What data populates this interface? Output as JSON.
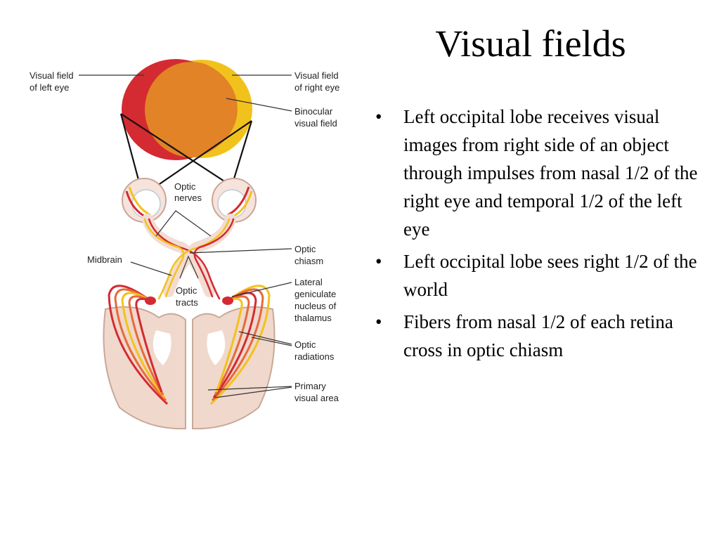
{
  "title": "Visual fields",
  "bullets": [
    {
      "marker": "•",
      "text": "Left occipital lobe receives visual images from right side of an object through impulses from nasal 1/2 of the right eye and temporal 1/2 of the left eye"
    },
    {
      "marker": "•",
      "text": "Left occipital lobe sees  right 1/2 of the world"
    },
    {
      "marker": "•",
      "text": "Fibers from nasal 1/2 of each retina cross in optic chiasm"
    }
  ],
  "diagram": {
    "labels": {
      "visual_field_left_1": "Visual field",
      "visual_field_left_2": "of left eye",
      "visual_field_right_1": "Visual field",
      "visual_field_right_2": "of right eye",
      "binocular_1": "Binocular",
      "binocular_2": "visual field",
      "optic_nerves_1": "Optic",
      "optic_nerves_2": "nerves",
      "midbrain": "Midbrain",
      "optic_chiasm_1": "Optic",
      "optic_chiasm_2": "chiasm",
      "optic_tracts_1": "Optic",
      "optic_tracts_2": "tracts",
      "lgn_1": "Lateral",
      "lgn_2": "geniculate",
      "lgn_3": "nucleus of",
      "lgn_4": "thalamus",
      "optic_radiations_1": "Optic",
      "optic_radiations_2": "radiations",
      "primary_visual_1": "Primary",
      "primary_visual_2": "visual area"
    },
    "colors": {
      "left_field": "#d42a32",
      "right_field": "#f2c21c",
      "binocular": "#e18326",
      "brain_tissue": "#f0d8cc",
      "brain_outline": "#c8a898"
    }
  }
}
